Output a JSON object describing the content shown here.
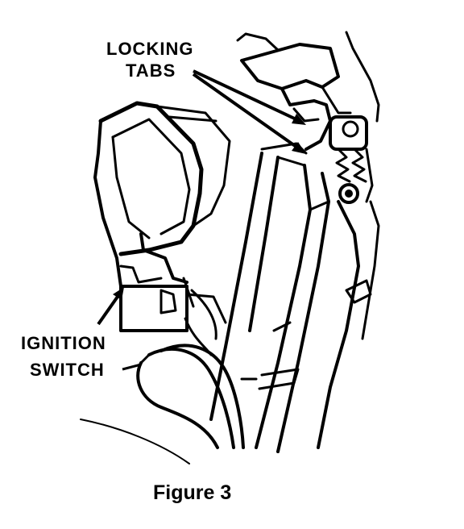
{
  "labels": {
    "locking_tabs_line1": "LOCKING",
    "locking_tabs_line2": "TABS",
    "ignition_switch_line1": "IGNITION",
    "ignition_switch_line2": "SWITCH"
  },
  "caption": "Figure 3",
  "colors": {
    "ink": "#000000",
    "background": "#ffffff"
  }
}
